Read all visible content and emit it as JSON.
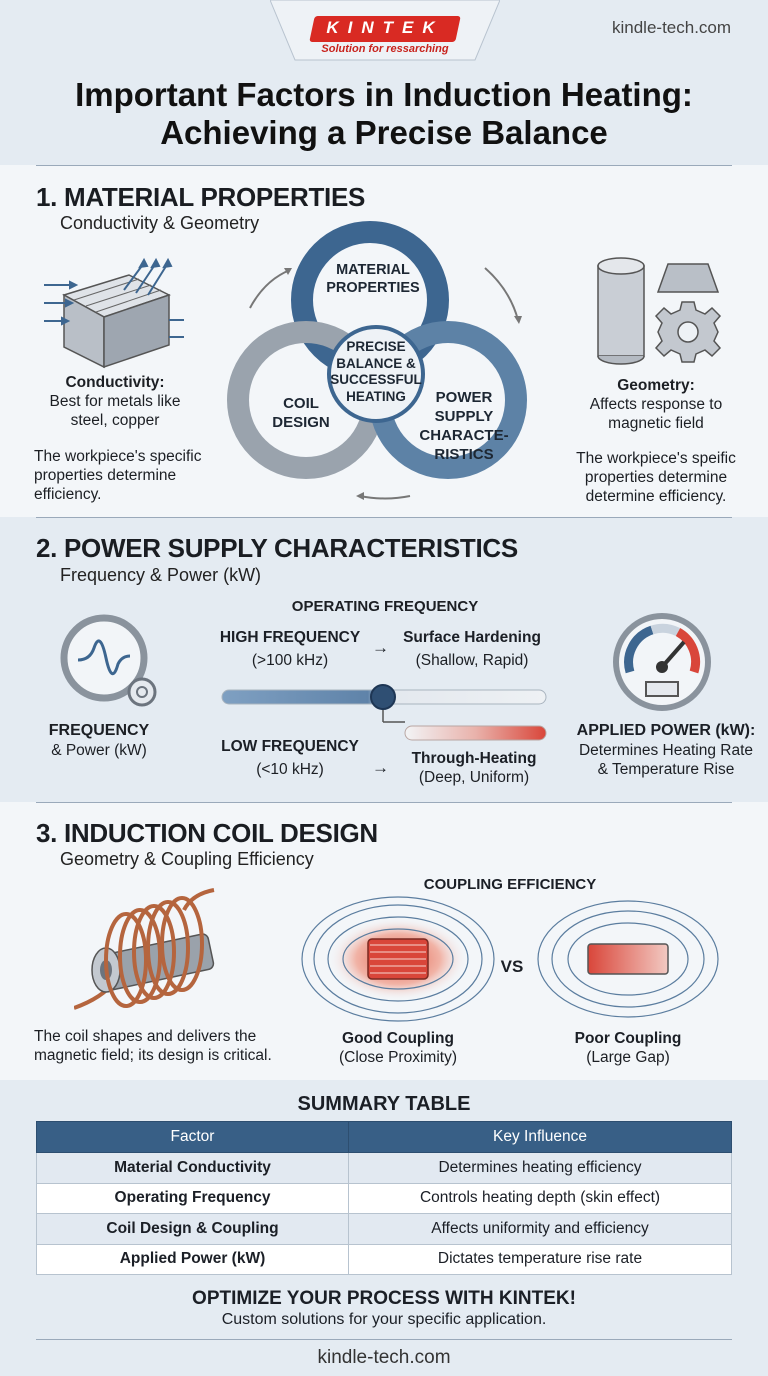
{
  "header": {
    "logo_text": "KINTEK",
    "logo_tagline": "Solution for ressarching",
    "site": "kindle-tech.com",
    "title_line1": "Important Factors in Induction Heating:",
    "title_line2": "Achieving a Precise Balance"
  },
  "section1": {
    "title": "1. MATERIAL PROPERTIES",
    "subtitle": "Conductivity & Geometry",
    "conductivity_label": "Conductivity:",
    "conductivity_desc_1": "Best for metals like",
    "conductivity_desc_2": "steel, copper",
    "left_note_1": "The workpiece's specific",
    "left_note_2": "properties determine",
    "left_note_3": "efficiency.",
    "geometry_label": "Geometry:",
    "geometry_desc_1": "Affects response to",
    "geometry_desc_2": "magnetic field",
    "right_note_1": "The workpiece's speific",
    "right_note_2": "properties determine",
    "right_note_3": "determine efficiency.",
    "venn": {
      "top_1": "MATERIAL",
      "top_2": "PROPERTIES",
      "left_1": "COIL",
      "left_2": "DESIGN",
      "right_1": "POWER",
      "right_2": "SUPPLY",
      "right_3": "CHARACTE-",
      "right_4": "RISTICS",
      "center_1": "PRECISE",
      "center_2": "BALANCE &",
      "center_3": "SUCCESSFUL",
      "center_4": "HEATING"
    }
  },
  "section2": {
    "title": "2. POWER SUPPLY CHARACTERISTICS",
    "subtitle": "Frequency & Power (kW)",
    "freq_heading": "OPERATING FREQUENCY",
    "high_label": "HIGH FREQUENCY",
    "high_range": "(>100 kHz)",
    "high_result": "Surface Hardening",
    "high_result_desc": "(Shallow, Rapid)",
    "low_label": "LOW FREQUENCY",
    "low_range": "(<10 kHz)",
    "low_result": "Through-Heating",
    "low_result_desc": "(Deep, Uniform)",
    "arrow": "→",
    "left_label": "FREQUENCY",
    "left_desc": "& Power (kW)",
    "power_label": "APPLIED POWER (kW):",
    "power_desc_1": "Determines Heating Rate",
    "power_desc_2": "& Temperature Rise"
  },
  "section3": {
    "title": "3. INDUCTION COIL DESIGN",
    "subtitle": "Geometry & Coupling Efficiency",
    "coupling_heading": "COUPLING EFFICIENCY",
    "coil_note_1": "The coil shapes and delivers the",
    "coil_note_2": "magnetic field; its design is critical.",
    "good_label": "Good Coupling",
    "good_desc": "(Close Proximity)",
    "vs": "VS",
    "poor_label": "Poor Coupling",
    "poor_desc": "(Large Gap)"
  },
  "summary": {
    "title": "SUMMARY TABLE",
    "headers": [
      "Factor",
      "Key Influence"
    ],
    "rows": [
      [
        "Material Conductivity",
        "Determines heating efficiency"
      ],
      [
        "Operating Frequency",
        "Controls heating depth (skin effect)"
      ],
      [
        "Coil Design & Coupling",
        "Affects uniformity and efficiency"
      ],
      [
        "Applied Power (kW)",
        "Dictates temperature rise rate"
      ]
    ]
  },
  "footer": {
    "cta": "OPTIMIZE YOUR PROCESS WITH KINTEK!",
    "cta_sub": "Custom solutions for your specific application.",
    "site": "kindle-tech.com"
  },
  "colors": {
    "primary_blue": "#3d6690",
    "grey_ring": "#9aa3ad",
    "heat_red": "#d9463a"
  }
}
